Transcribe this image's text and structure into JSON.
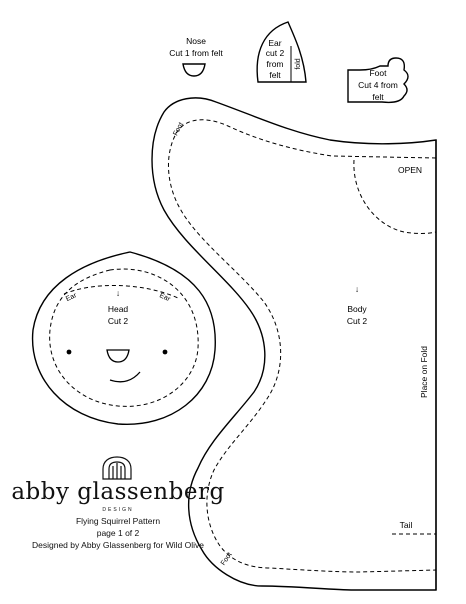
{
  "nose": {
    "title": "Nose",
    "note": "Cut 1 from felt"
  },
  "ear": {
    "title": "Ear",
    "line1": "cut 2",
    "line2": "from",
    "line3": "felt",
    "fold": "fold"
  },
  "foot": {
    "title": "Foot",
    "line1": "Cut 4 from",
    "line2": "felt"
  },
  "head": {
    "arrow": "↓",
    "title": "Head",
    "note": "Cut 2",
    "ear_left": "Ear",
    "ear_right": "Ear"
  },
  "body": {
    "arrow": "↓",
    "title": "Body",
    "note": "Cut 2",
    "opening": "OPEN",
    "fold": "Place on Fold",
    "foot_top": "Foot",
    "foot_bottom": "Foot",
    "tail": "Tail"
  },
  "credits": {
    "brand": "abby glassenberg",
    "design": "DESIGN",
    "pattern": "Flying Squirrel Pattern",
    "page": "page 1 of 2",
    "designer": "Designed by Abby Glassenberg for Wild Olive"
  }
}
